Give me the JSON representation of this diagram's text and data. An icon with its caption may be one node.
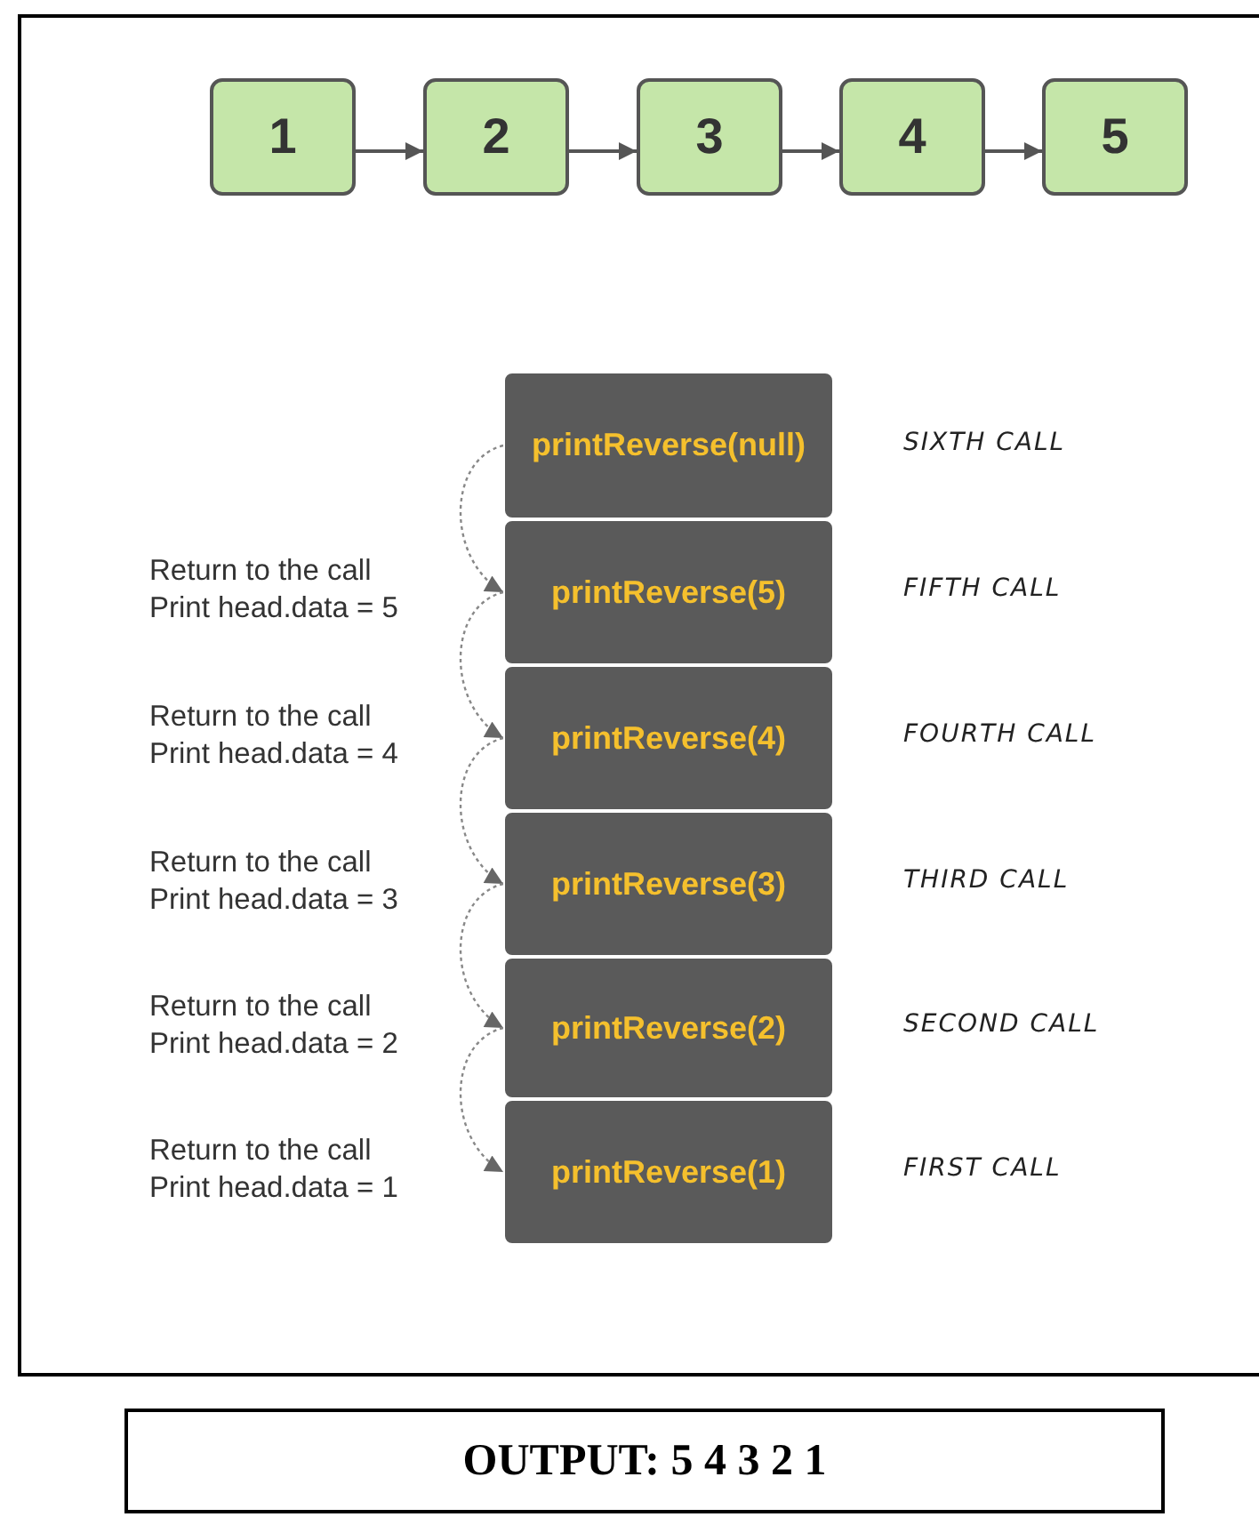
{
  "diagram": {
    "nodes": [
      {
        "text": [
          "1"
        ]
      },
      {
        "text": [
          "2"
        ]
      },
      {
        "text": [
          "3"
        ]
      },
      {
        "text": [
          "4"
        ]
      },
      {
        "text": [
          "5"
        ]
      },
      {
        "text": [
          "printReverse(null)"
        ],
        "beside": [
          "SIXTH CALL"
        ]
      },
      {
        "text": [
          "printReverse(5)"
        ],
        "beside": [
          "Return to the call",
          "Print head.data = 5",
          "FIFTH CALL"
        ]
      },
      {
        "text": [
          "printReverse(4)"
        ],
        "beside": [
          "Return to the call",
          "Print head.data = 4",
          "FOURTH CALL"
        ]
      },
      {
        "text": [
          "printReverse(3)"
        ],
        "beside": [
          "Return to the call",
          "Print head.data = 3",
          "THIRD CALL"
        ]
      },
      {
        "text": [
          "printReverse(2)"
        ],
        "beside": [
          "Return to the call",
          "Print head.data = 2",
          "SECOND CALL"
        ]
      },
      {
        "text": [
          "printReverse(1)"
        ],
        "beside": [
          "Return to the call",
          "Print head.data = 1",
          "FIRST CALL"
        ]
      },
      {
        "text": [
          "OUTPUT: 5 4 3 2 1"
        ]
      }
    ],
    "edges": [
      {
        "from": 0,
        "to": 1,
        "arrow": "to"
      },
      {
        "from": 1,
        "to": 2,
        "arrow": "to"
      },
      {
        "from": 2,
        "to": 3,
        "arrow": "to"
      },
      {
        "from": 3,
        "to": 4,
        "arrow": "to"
      },
      {
        "from": 5,
        "to": 6,
        "arrow": "to",
        "style": "dashed"
      },
      {
        "from": 6,
        "to": 7,
        "arrow": "to",
        "style": "dashed"
      },
      {
        "from": 7,
        "to": 8,
        "arrow": "to",
        "style": "dashed"
      },
      {
        "from": 8,
        "to": 9,
        "arrow": "to",
        "style": "dashed"
      },
      {
        "from": 9,
        "to": 10,
        "arrow": "to",
        "style": "dashed"
      }
    ]
  }
}
